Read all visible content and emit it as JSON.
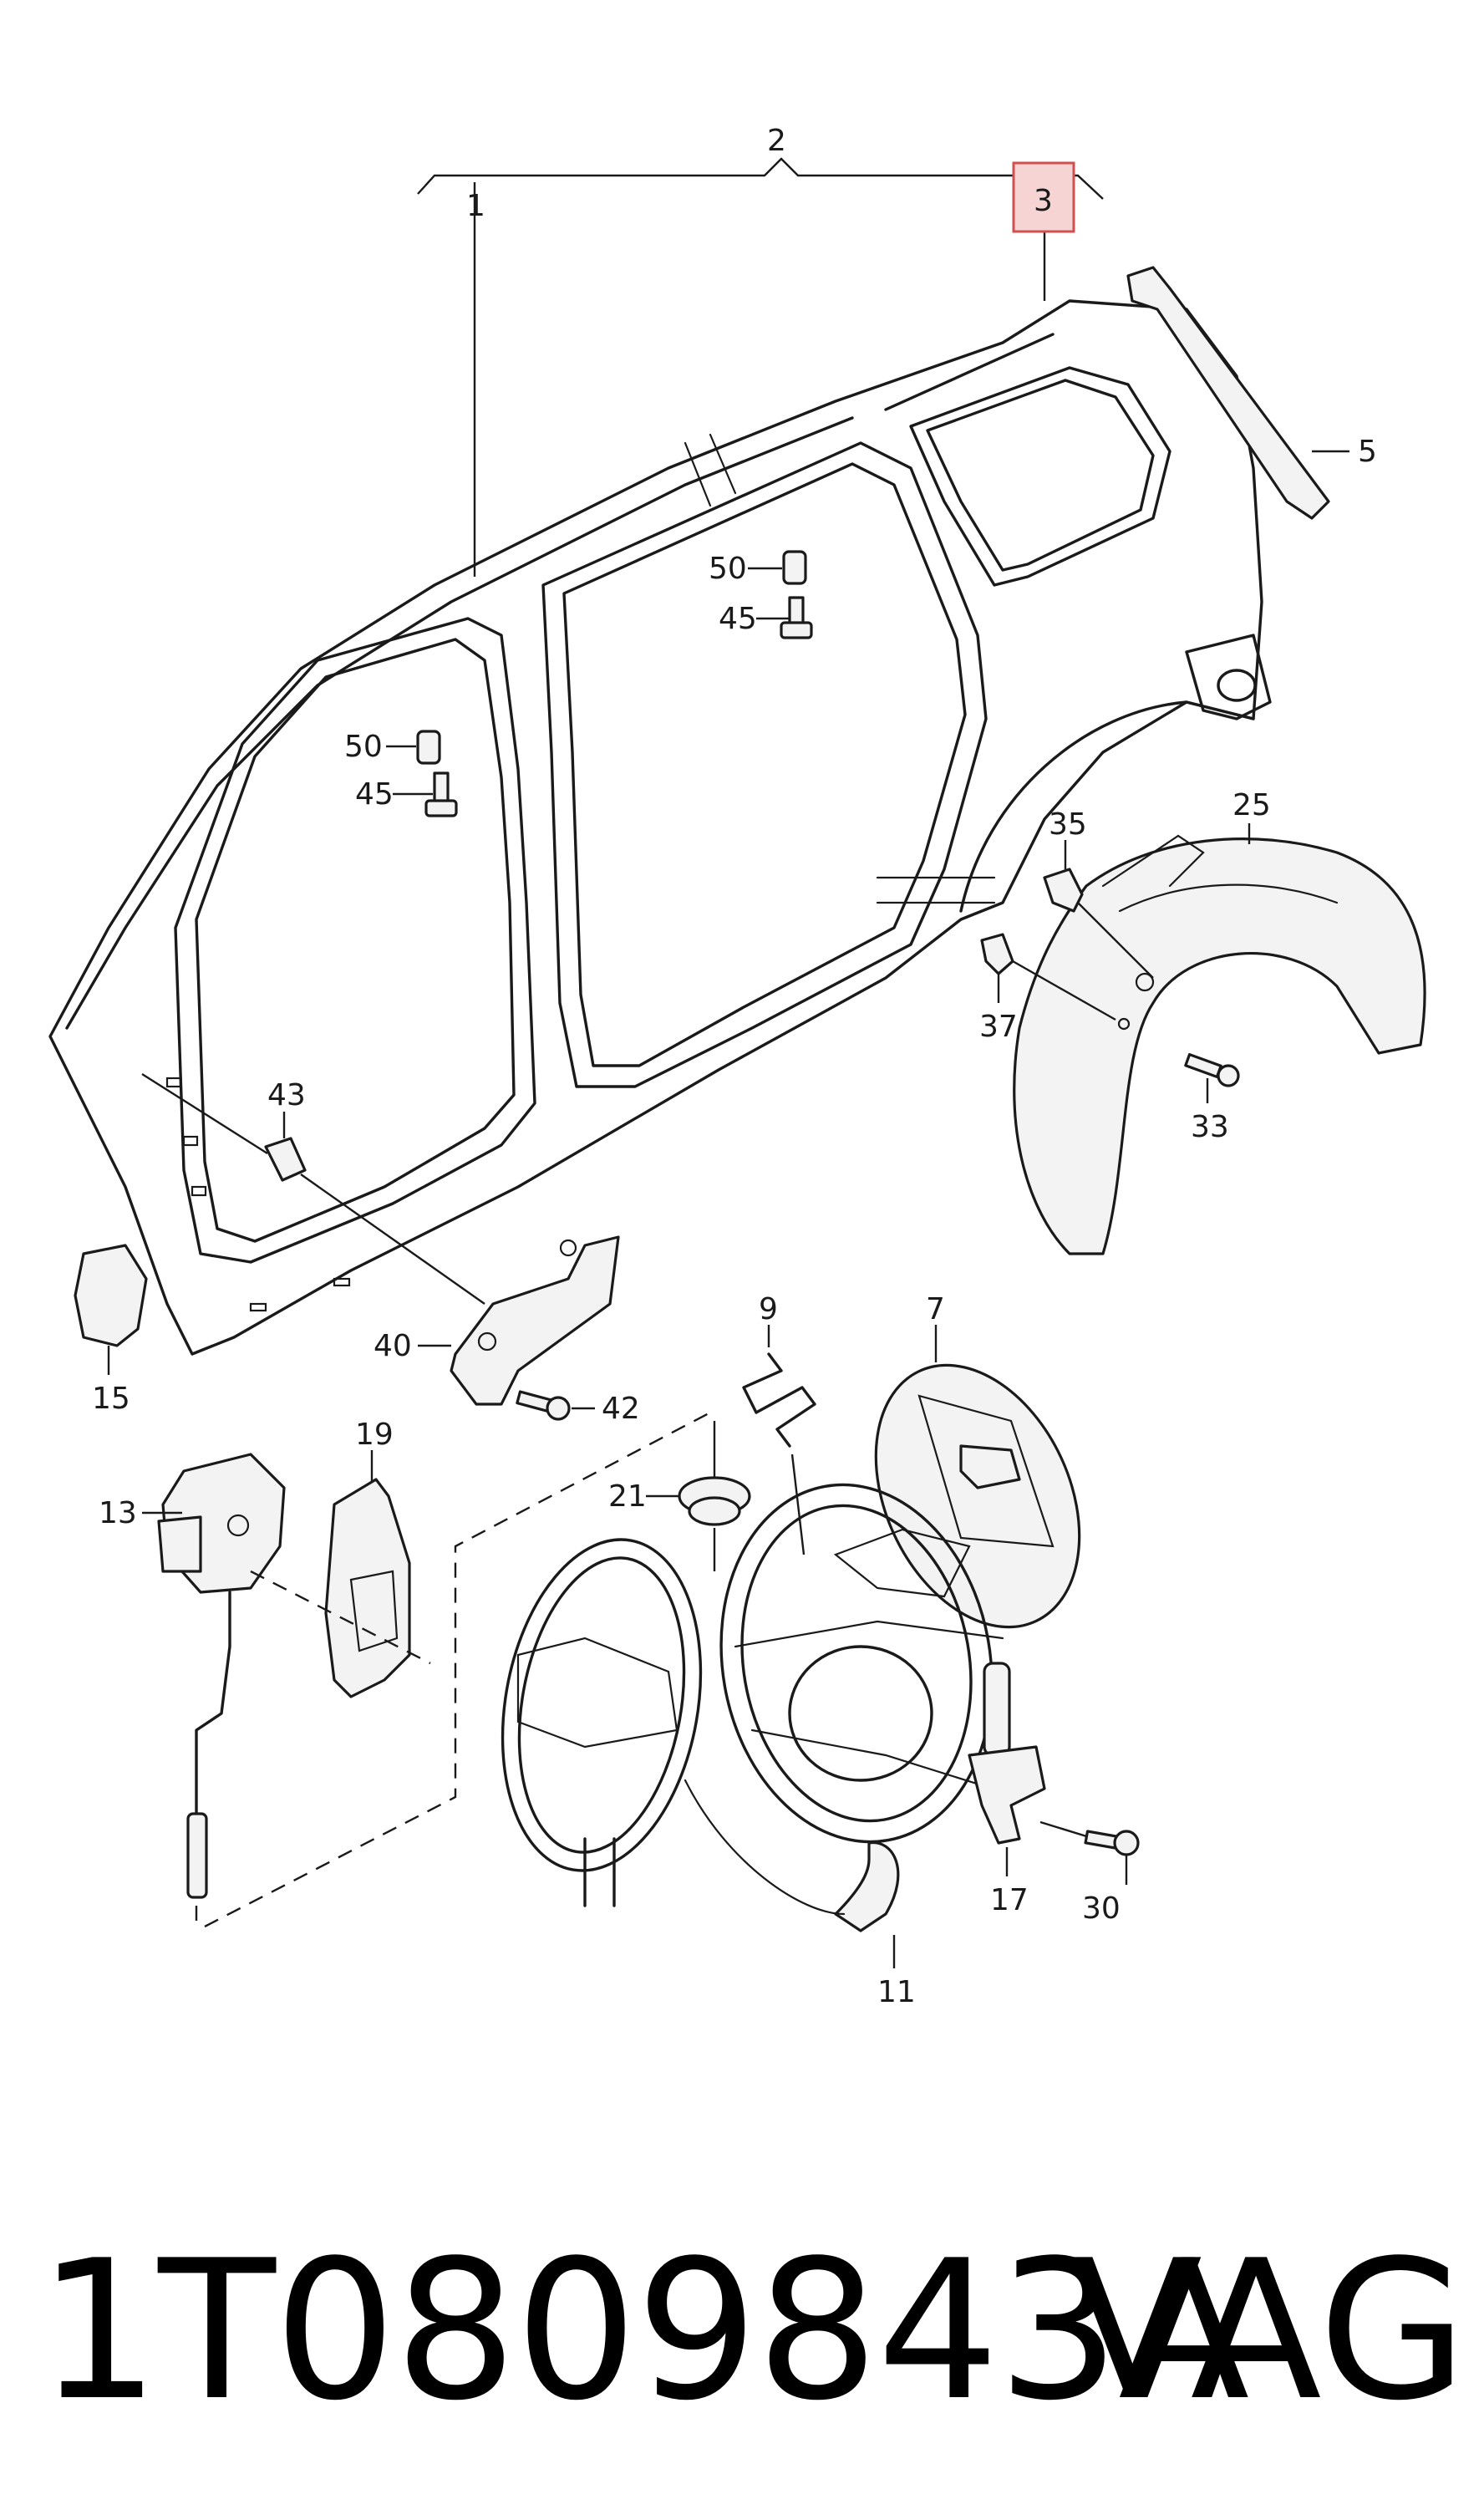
{
  "callouts": {
    "c1": "1",
    "c2": "2",
    "c3": "3",
    "c5": "5",
    "c50a": "50",
    "c45a": "45",
    "c50b": "50",
    "c45b": "45",
    "c25": "25",
    "c35": "35",
    "c37": "37",
    "c33": "33",
    "c43": "43",
    "c15": "15",
    "c40": "40",
    "c42": "42",
    "c9": "9",
    "c7": "7",
    "c19": "19",
    "c13": "13",
    "c21": "21",
    "c17": "17",
    "c30": "30",
    "c11": "11"
  },
  "highlighted_callout": "3",
  "colors": {
    "highlight_fill": "#f7d4d4",
    "highlight_border": "#d05050",
    "line": "#1a1a1a"
  },
  "footer": {
    "part_number": "1T0809843A",
    "brand": "VAG"
  }
}
